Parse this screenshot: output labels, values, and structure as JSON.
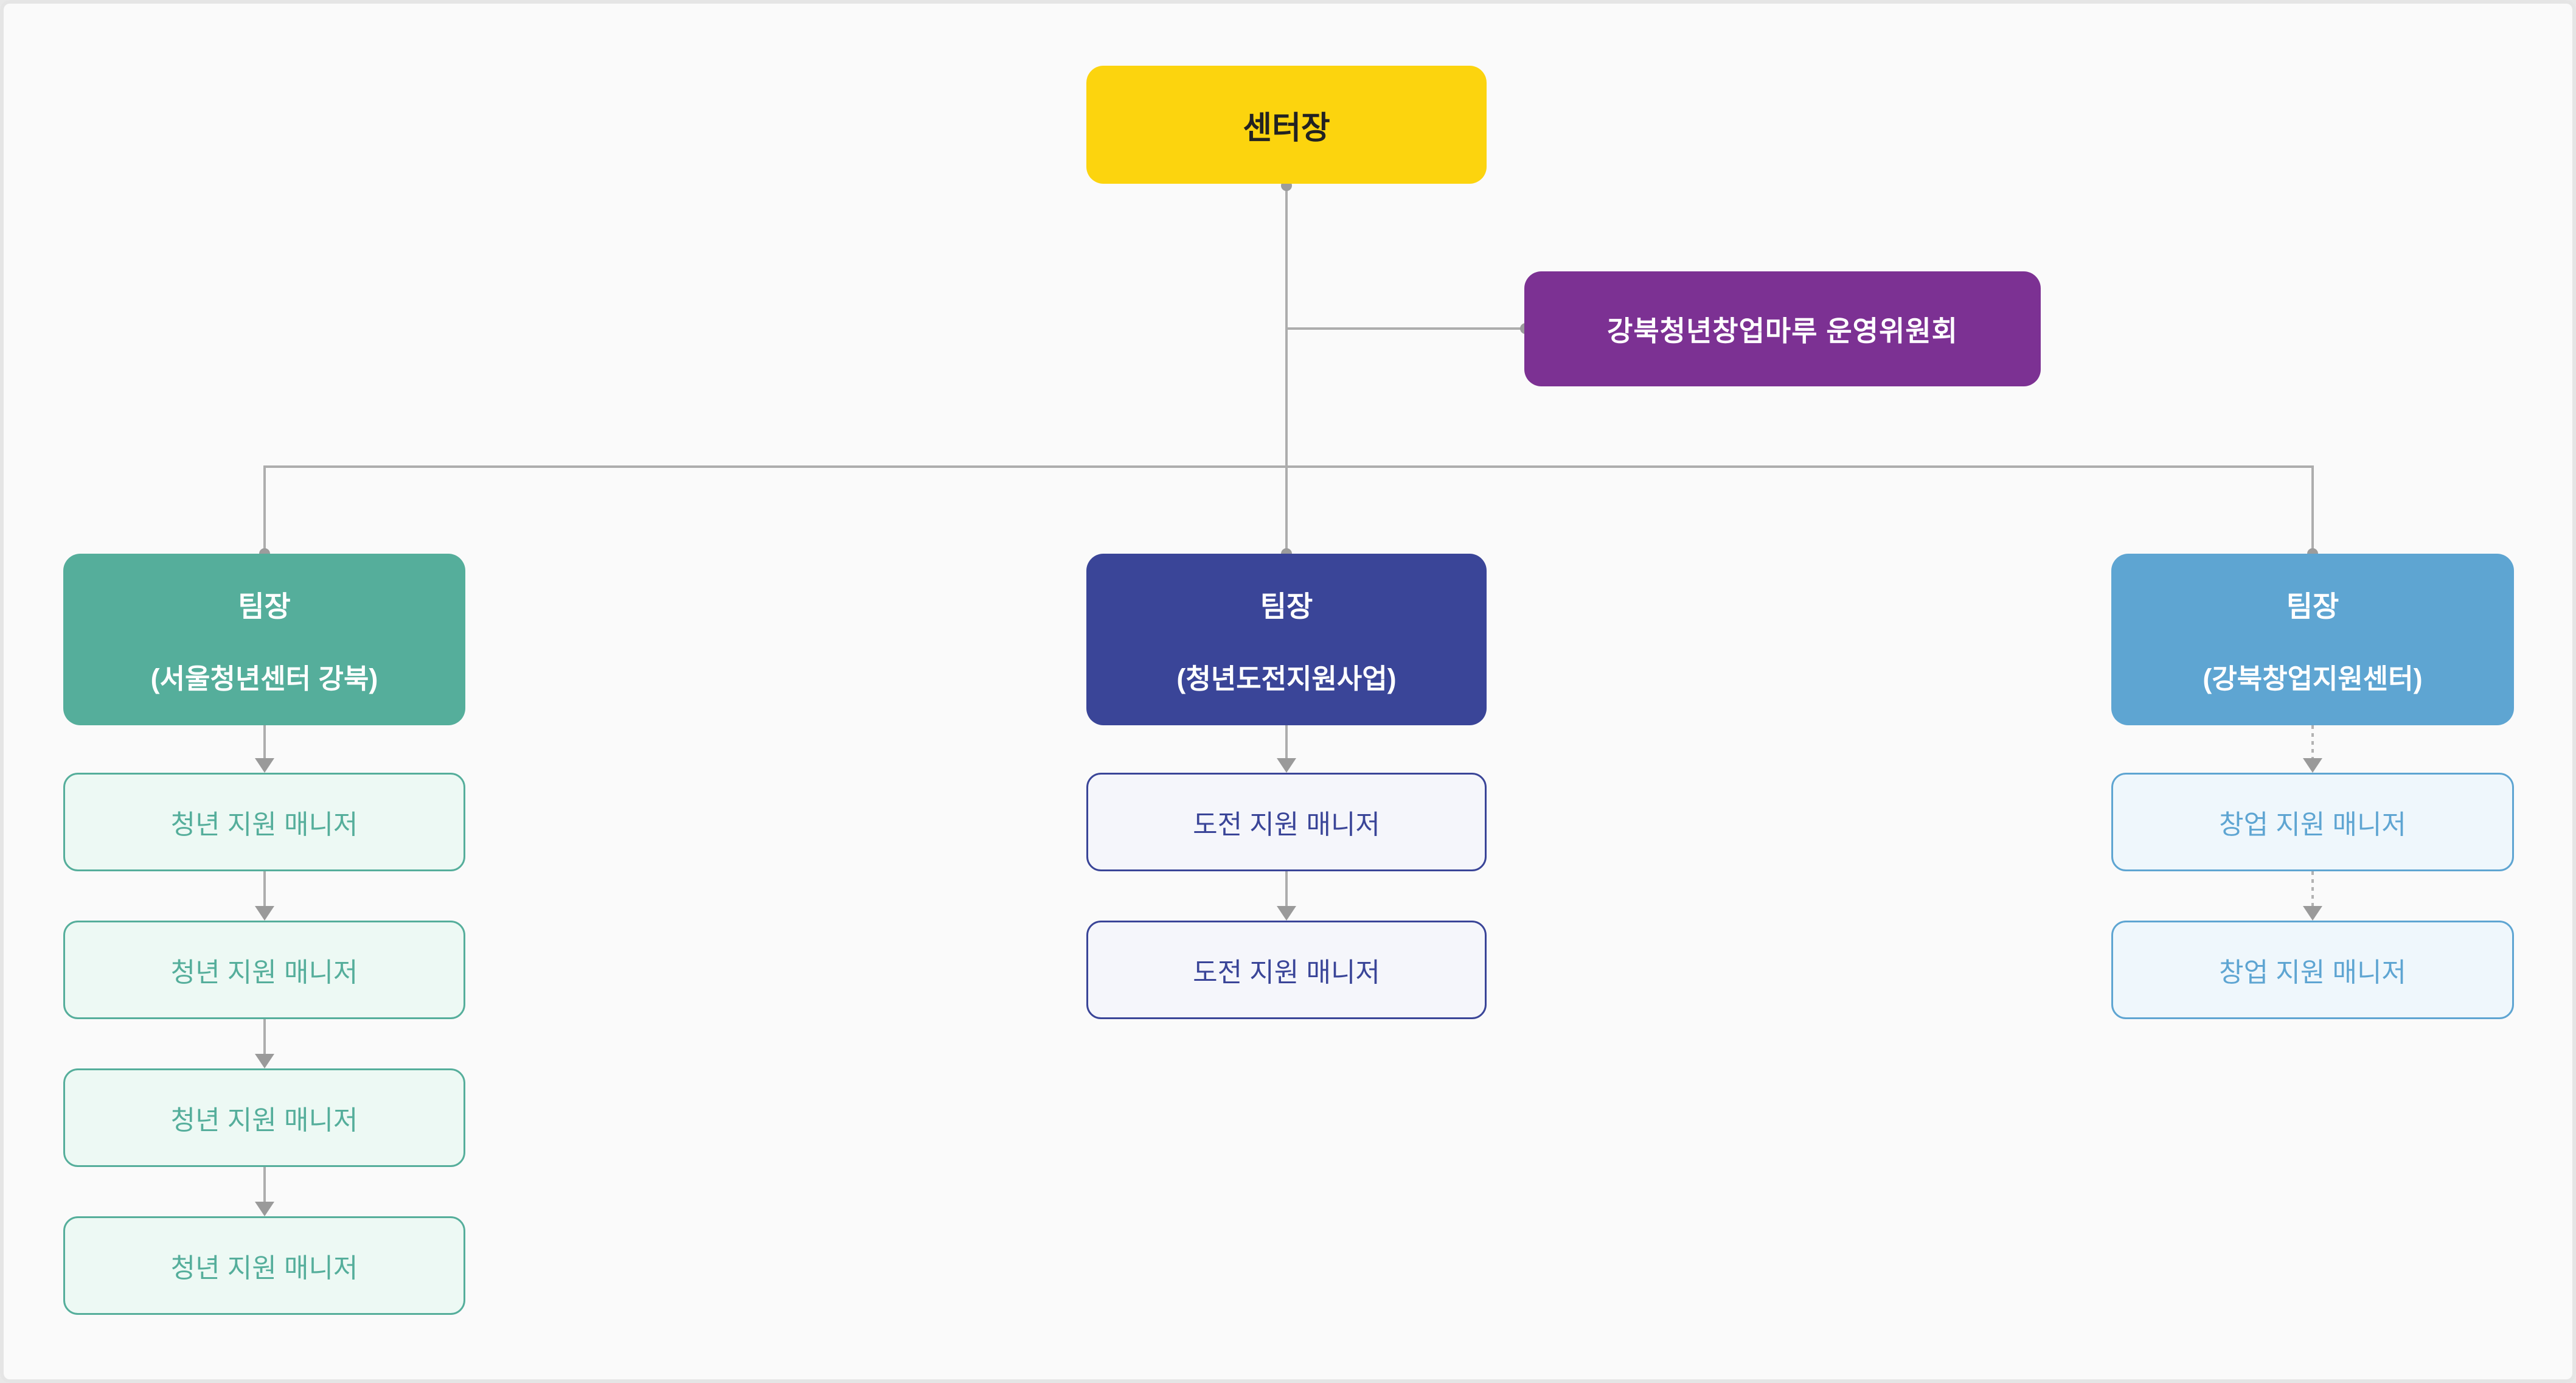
{
  "org": {
    "root": {
      "label": "센터장"
    },
    "committee": {
      "label": "강북청년창업마루 운영위원회"
    },
    "teams": [
      {
        "title": "팀장",
        "subtitle": "(서울청년센터 강북)",
        "managers": [
          "청년 지원 매니저",
          "청년 지원 매니저",
          "청년 지원 매니저",
          "청년 지원 매니저"
        ]
      },
      {
        "title": "팀장",
        "subtitle": "(청년도전지원사업)",
        "managers": [
          "도전 지원 매니저",
          "도전 지원 매니저"
        ]
      },
      {
        "title": "팀장",
        "subtitle": "(강북창업지원센터)",
        "managers": [
          "창업 지원 매니저",
          "창업 지원 매니저"
        ]
      }
    ],
    "colors": {
      "root-bg": "#FCD40E",
      "root-text": "#222222",
      "committee-bg": "#7C3193",
      "committee-text": "#FFFFFF",
      "team1-accent": "#55AE9B",
      "team1-tint": "#EDF9F4",
      "team2-accent": "#3A4598",
      "team2-tint": "#F5F6FB",
      "team3-accent": "#5EA5D2",
      "team3-tint": "#EFF7FC",
      "connector": "#ADADAD",
      "connector-dot": "#9C9C9C",
      "canvas-bg": "#FAFAFA",
      "frame": "#E5E5E5"
    }
  }
}
